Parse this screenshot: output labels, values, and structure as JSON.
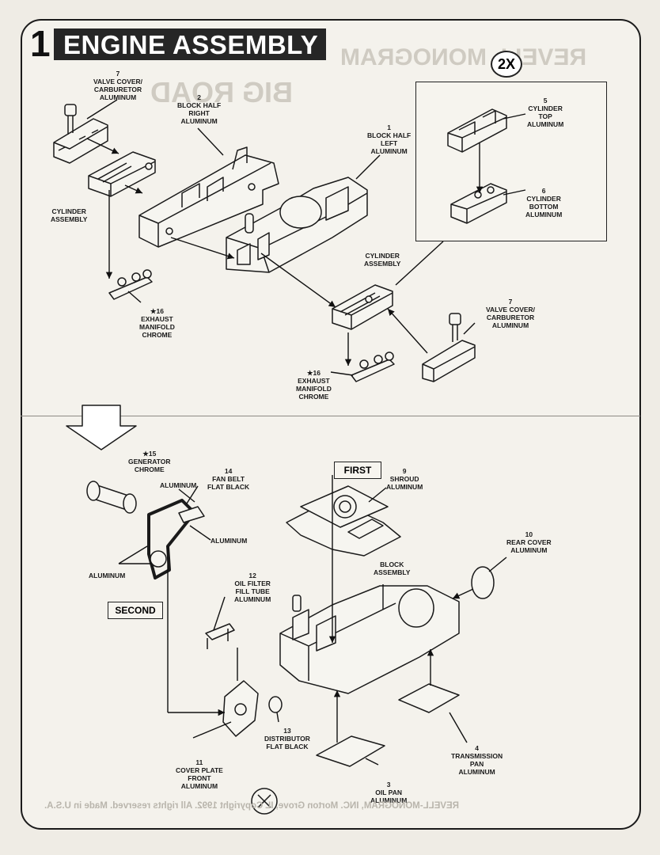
{
  "step": {
    "number": "1",
    "title": "ENGINE ASSEMBLY",
    "multiplier": "2X",
    "first_tag": "FIRST",
    "second_tag": "SECOND"
  },
  "labels_top": {
    "valve_cover_left": "7\nVALVE COVER/\nCARBURETOR\nALUMINUM",
    "block_half_right": "2\nBLOCK HALF\nRIGHT\nALUMINUM",
    "block_half_left": "1\nBLOCK HALF\nLEFT\nALUMINUM",
    "cylinder_top": "5\nCYLINDER\nTOP\nALUMINUM",
    "cylinder_bottom": "6\nCYLINDER\nBOTTOM\nALUMINUM",
    "cylinder_assembly_left": "CYLINDER\nASSEMBLY",
    "cylinder_assembly_center": "CYLINDER\nASSEMBLY",
    "exhaust_left": "★16\nEXHAUST\nMANIFOLD\nCHROME",
    "exhaust_center": "★16\nEXHAUST\nMANIFOLD\nCHROME",
    "valve_cover_right": "7\nVALVE COVER/\nCARBURETOR\nALUMINUM"
  },
  "labels_bottom": {
    "generator": "★15\nGENERATOR\nCHROME",
    "fan_belt": "14\nFAN BELT\nFLAT BLACK",
    "aluminum_1": "ALUMINUM",
    "aluminum_2": "ALUMINUM",
    "aluminum_3": "ALUMINUM",
    "shroud": "9\nSHROUD\nALUMINUM",
    "rear_cover": "10\nREAR COVER\nALUMINUM",
    "block_assembly": "BLOCK\nASSEMBLY",
    "oil_filter": "12\nOIL FILTER\nFILL TUBE\nALUMINUM",
    "distributor": "13\nDISTRIBUTOR\nFLAT BLACK",
    "cover_plate": "11\nCOVER PLATE\nFRONT\nALUMINUM",
    "oil_pan": "3\nOIL PAN\nALUMINUM",
    "transmission_pan": "4\nTRANSMISSION\nPAN\nALUMINUM"
  },
  "ghost_text": {
    "brand": "REVELL MONOGRAM",
    "kit_title": "BIG ROAD",
    "footer": "REVELL-MONOGRAM, INC. Morton Grove, IL Copyright 1992. All rights reserved. Made in U.S.A."
  }
}
